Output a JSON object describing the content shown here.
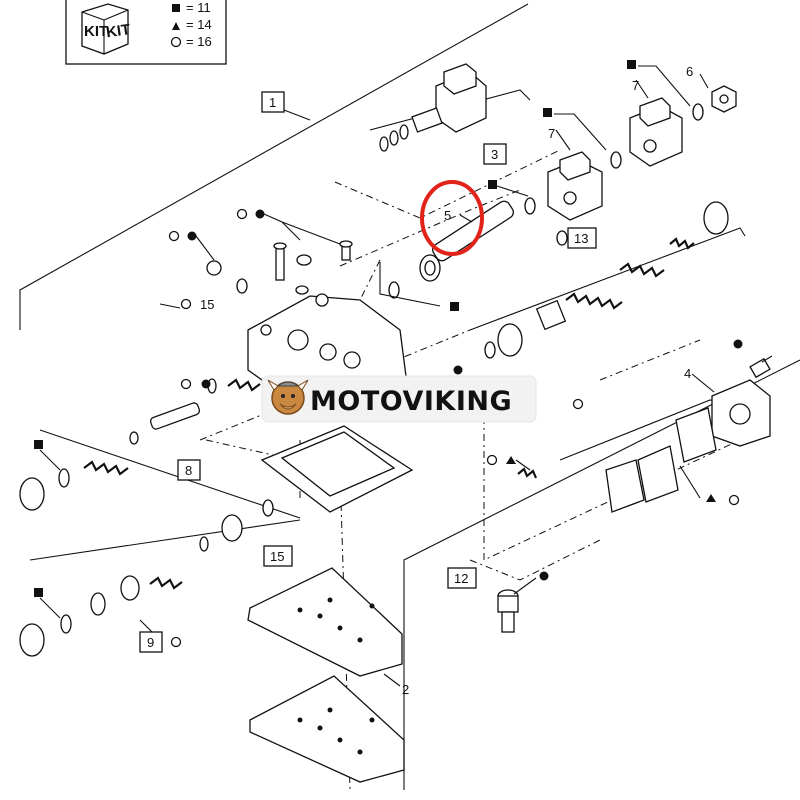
{
  "kit_box": {
    "kit_label": "KIT",
    "legend": [
      {
        "symbol": "square",
        "value": "11"
      },
      {
        "symbol": "triangle",
        "value": "14"
      },
      {
        "symbol": "circle",
        "value": "16"
      }
    ]
  },
  "callouts": {
    "c1": "1",
    "c2": "2",
    "c3": "3",
    "c4": "4",
    "c5": "5",
    "c6": "6",
    "c7a": "7",
    "c7b": "7",
    "c8": "8",
    "c9": "9",
    "c12": "12",
    "c13": "13",
    "c15a": "15",
    "c15b": "15"
  },
  "watermark": {
    "text": "MOTOVIKING"
  },
  "colors": {
    "highlight": "#e2231a",
    "line": "#111111"
  }
}
